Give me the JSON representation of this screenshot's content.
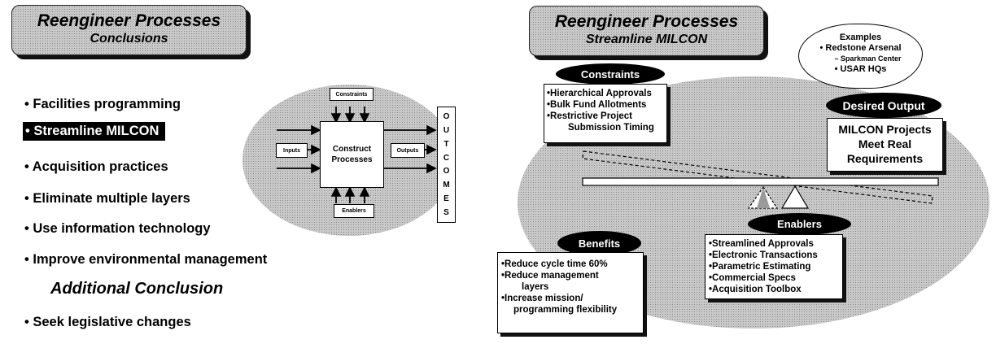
{
  "left": {
    "title": "Reengineer Processes",
    "subtitle": "Conclusions",
    "bullets": [
      "• Facilities programming",
      "• Streamline MILCON",
      "• Acquisition practices",
      "• Eliminate multiple layers",
      "• Use information technology",
      "• Improve environmental management"
    ],
    "additional_heading": "Additional Conclusion",
    "additional_bullet": "• Seek legislative changes",
    "diagram": {
      "constraints": "Constraints",
      "inputs": "Inputs",
      "process_line1": "Construct",
      "process_line2": "Processes",
      "outputs": "Outputs",
      "enablers": "Enablers",
      "outcomes_letters": [
        "O",
        "U",
        "T",
        "C",
        "O",
        "M",
        "E",
        "S"
      ]
    }
  },
  "right": {
    "title": "Reengineer Processes",
    "subtitle": "Streamline MILCON",
    "examples": {
      "heading": "Examples",
      "line1": "• Redstone Arsenal",
      "line2": "– Sparkman Center",
      "line3": "• USAR HQs"
    },
    "constraints_label": "Constraints",
    "constraints_items": [
      "•Hierarchical Approvals",
      "•Bulk Fund Allotments",
      "•Restrictive Project",
      "Submission Timing"
    ],
    "desired_output_label": "Desired Output",
    "desired_output_lines": [
      "MILCON Projects",
      "Meet Real",
      "Requirements"
    ],
    "benefits_label": "Benefits",
    "benefits_items": [
      "•Reduce cycle time 60%",
      "•Reduce management",
      "layers",
      "•Increase mission/",
      "programming flexibility"
    ],
    "enablers_label": "Enablers",
    "enablers_items": [
      "•Streamlined Approvals",
      "•Electronic Transactions",
      "•Parametric Estimating",
      "•Commercial Specs",
      "•Acquisition Toolbox"
    ]
  }
}
